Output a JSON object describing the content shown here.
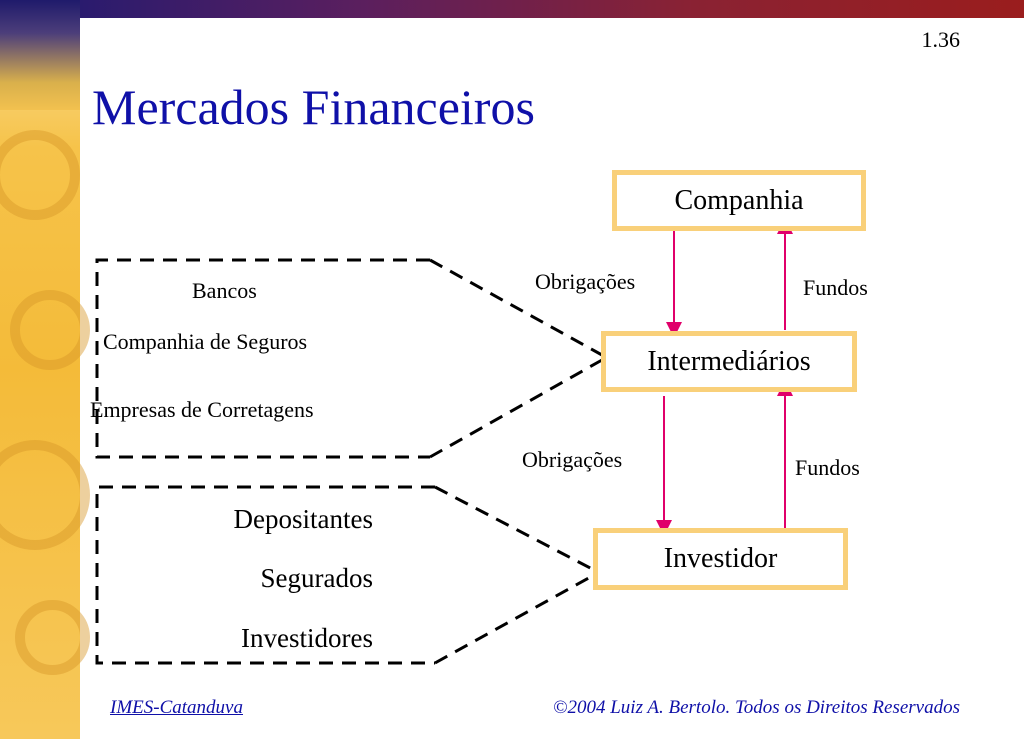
{
  "slide_number": "1.36",
  "title": "Mercados Financeiros",
  "nodes": {
    "company": "Companhia",
    "intermediaries": "Intermediários",
    "investor": "Investidor"
  },
  "arrows": {
    "upper_down": "Obrigações",
    "upper_up": "Fundos",
    "lower_down": "Obrigações",
    "lower_up": "Fundos"
  },
  "intermediary_types": [
    "Bancos",
    "Companhia de Seguros",
    "Empresas de Corretagens"
  ],
  "investor_types": [
    "Depositantes",
    "Segurados",
    "Investidores"
  ],
  "footer": {
    "left": "IMES-Catanduva",
    "right": "©2004 Luiz A. Bertolo. Todos os Direitos Reservados"
  },
  "colors": {
    "title": "#0f10a8",
    "box_border": "#f9d07a",
    "arrow": "#e0006a",
    "side_band": "#f4bb39"
  }
}
